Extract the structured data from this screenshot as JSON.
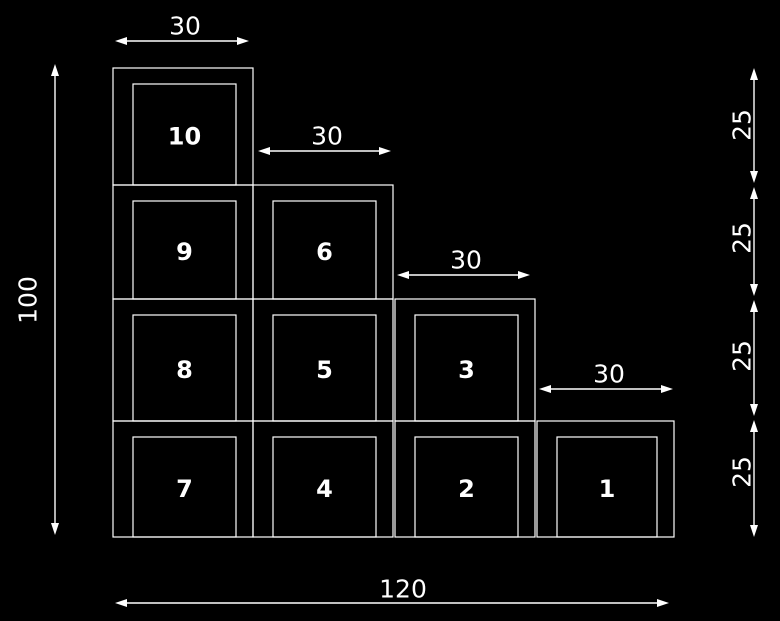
{
  "modules": [
    {
      "id": "1",
      "label": "1",
      "col": 3,
      "row": 0
    },
    {
      "id": "2",
      "label": "2",
      "col": 2,
      "row": 0
    },
    {
      "id": "3",
      "label": "3",
      "col": 2,
      "row": 1
    },
    {
      "id": "4",
      "label": "4",
      "col": 1,
      "row": 0
    },
    {
      "id": "5",
      "label": "5",
      "col": 1,
      "row": 1
    },
    {
      "id": "6",
      "label": "6",
      "col": 1,
      "row": 2
    },
    {
      "id": "7",
      "label": "7",
      "col": 0,
      "row": 0
    },
    {
      "id": "8",
      "label": "8",
      "col": 0,
      "row": 1
    },
    {
      "id": "9",
      "label": "9",
      "col": 0,
      "row": 2
    },
    {
      "id": "10",
      "label": "10",
      "col": 0,
      "row": 3
    }
  ],
  "dimensions": {
    "column_widths": [
      "30",
      "30",
      "30",
      "30"
    ],
    "row_heights": [
      "25",
      "25",
      "25",
      "25"
    ],
    "total_width": "120",
    "total_height": "100"
  },
  "colors": {
    "background": "#000000",
    "lines": "#ffffff"
  }
}
